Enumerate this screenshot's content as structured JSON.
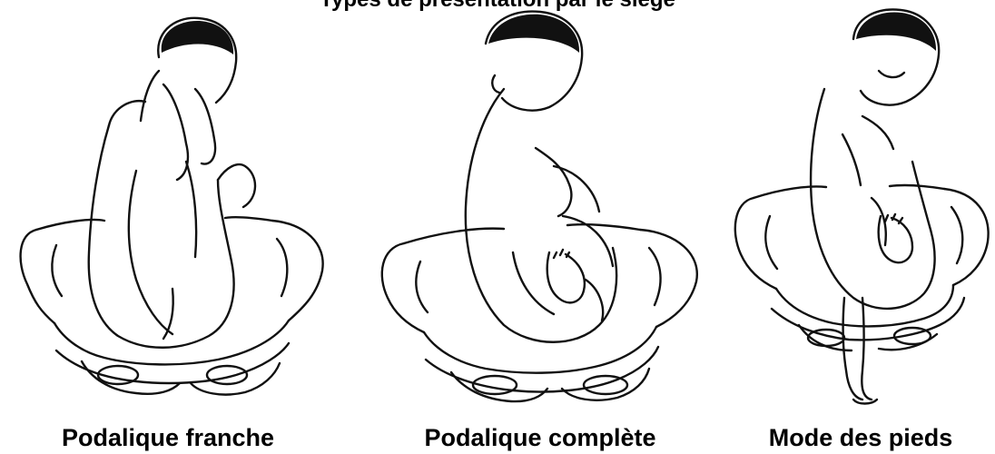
{
  "title": "Types de présentation par le siège",
  "panels": [
    {
      "caption": "Podalique franche"
    },
    {
      "caption": "Podalique complète"
    },
    {
      "caption": "Mode des pieds"
    }
  ]
}
